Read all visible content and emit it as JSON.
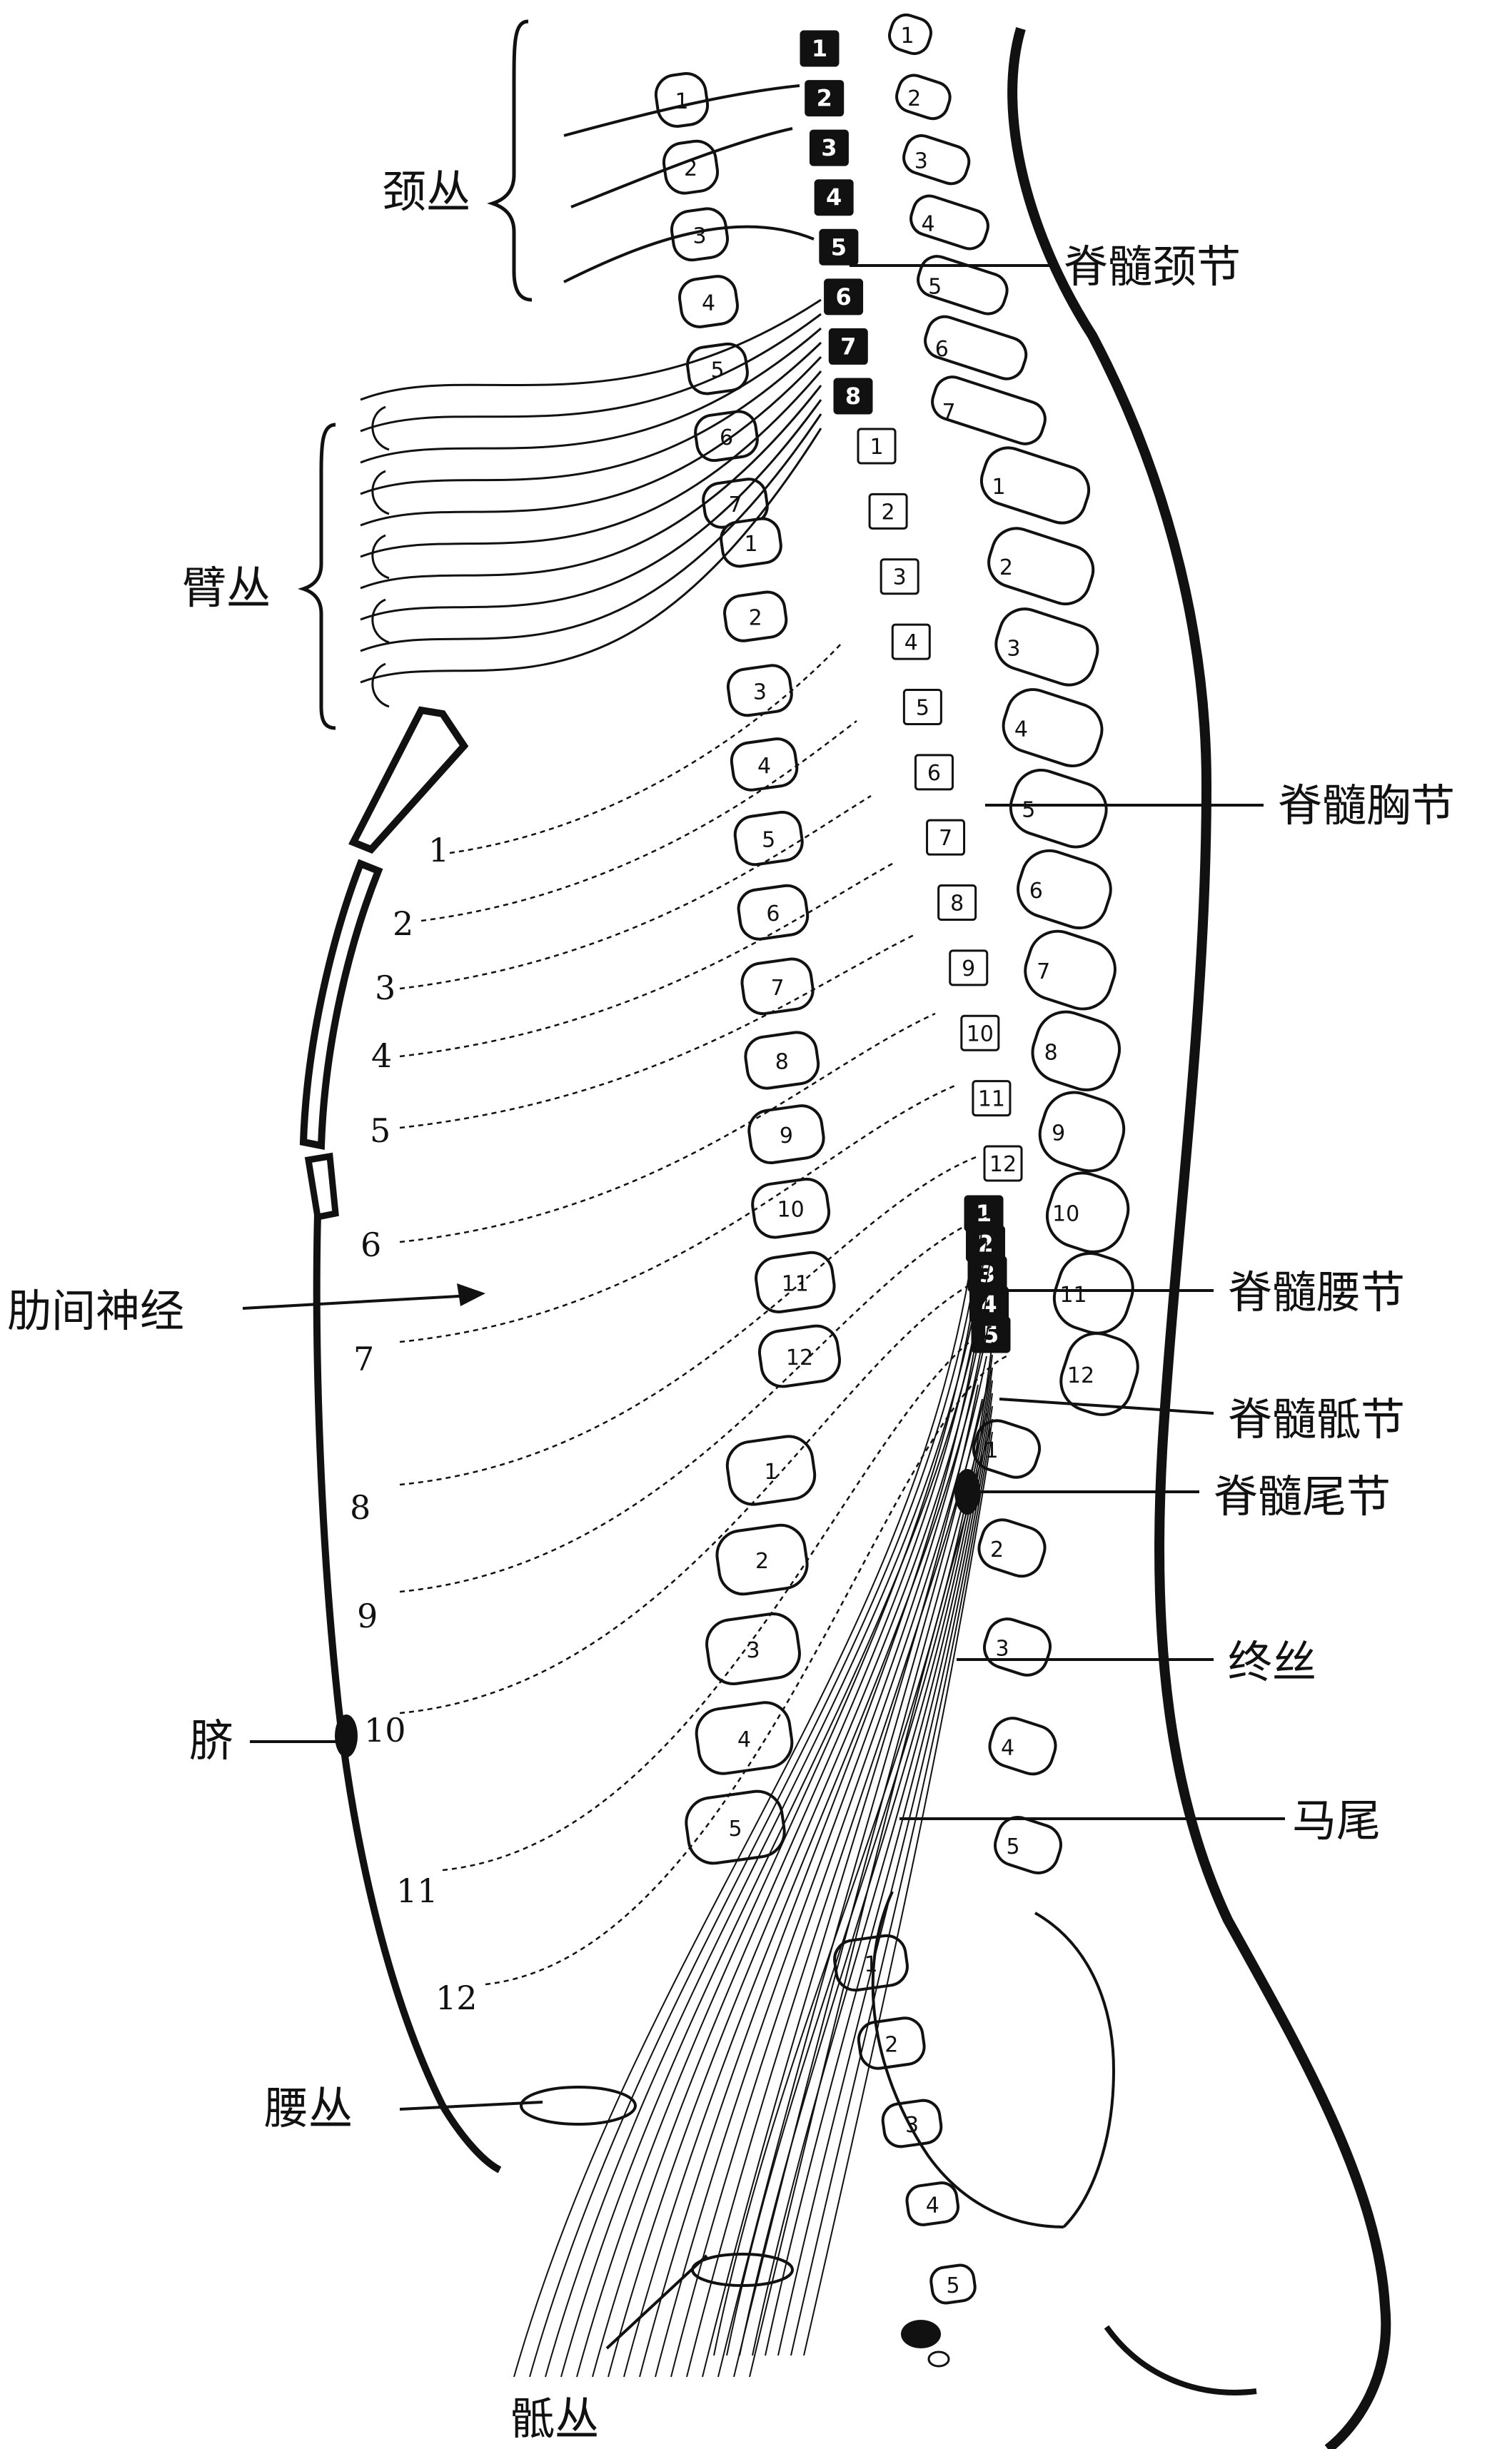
{
  "labels": {
    "cervical_plexus": "颈丛",
    "brachial_plexus": "臂丛",
    "intercostal_nerves": "肋间神经",
    "umbilicus": "脐",
    "lumbar_plexus": "腰丛",
    "sacral_plexus": "骶丛",
    "cervical_segments": "脊髓颈节",
    "thoracic_segments": "脊髓胸节",
    "lumbar_segments": "脊髓腰节",
    "sacral_segments": "脊髓骶节",
    "coccygeal_segment": "脊髓尾节",
    "filum_terminale": "终丝",
    "cauda_equina": "马尾"
  },
  "intercostal_numbers": [
    "1",
    "2",
    "3",
    "4",
    "5",
    "6",
    "7",
    "8",
    "9",
    "10",
    "11",
    "12"
  ],
  "cord_cervical_segments": [
    "1",
    "2",
    "3",
    "4",
    "5",
    "6",
    "7",
    "8"
  ],
  "cord_thoracic_segments": [
    "1",
    "2",
    "3",
    "4",
    "5",
    "6",
    "7",
    "8",
    "9",
    "10",
    "11",
    "12"
  ],
  "cord_lumbar_segments": [
    "1",
    "2",
    "3",
    "4",
    "5"
  ],
  "cervical_vertebrae": [
    "1",
    "2",
    "3",
    "4",
    "5",
    "6",
    "7"
  ],
  "thoracic_vertebrae": [
    "1",
    "2",
    "3",
    "4",
    "5",
    "6",
    "7",
    "8",
    "9",
    "10",
    "11",
    "12"
  ],
  "lumbar_vertebrae": [
    "1",
    "2",
    "3",
    "4",
    "5"
  ],
  "sacral_vertebrae": [
    "1",
    "2",
    "3",
    "4",
    "5"
  ],
  "front_cervical_bodies": [
    "1",
    "2",
    "3",
    "4",
    "5",
    "6",
    "7"
  ],
  "front_thoracic_bodies": [
    "1",
    "2",
    "3",
    "4",
    "5",
    "6",
    "7",
    "8",
    "9",
    "10",
    "11",
    "12"
  ],
  "front_lumbar_bodies": [
    "1",
    "2",
    "3",
    "4",
    "5"
  ]
}
